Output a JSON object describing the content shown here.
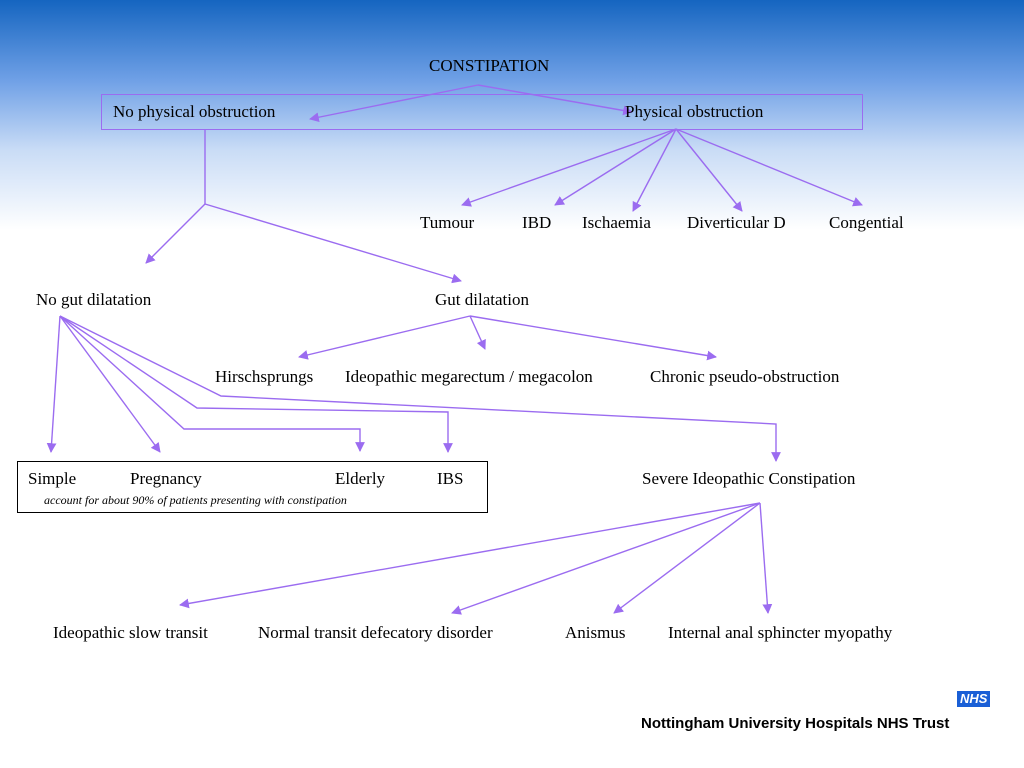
{
  "root": "CONSTIPATION",
  "level1": {
    "left": "No physical obstruction",
    "right": "Physical obstruction"
  },
  "physical_causes": [
    "Tumour",
    "IBD",
    "Ischaemia",
    "Diverticular D",
    "Congential"
  ],
  "dilatation": {
    "none": "No gut dilatation",
    "gut": "Gut dilatation"
  },
  "gut_dilatation_causes": [
    "Hirschsprungs",
    "Ideopathic megarectum / megacolon",
    "Chronic pseudo-obstruction"
  ],
  "no_dilatation_causes": [
    "Simple",
    "Pregnancy",
    "Elderly",
    "IBS"
  ],
  "note": "account for about 90% of patients presenting with constipation",
  "severe": "Severe Ideopathic Constipation",
  "severe_subtypes": [
    "Ideopathic slow transit",
    "Normal transit defecatory disorder",
    "Anismus",
    "Internal anal sphincter myopathy"
  ],
  "footer": {
    "logo": "NHS",
    "trust": "Nottingham University  Hospitals NHS Trust"
  },
  "colors": {
    "arrow": "#9b6cf0",
    "header_blue": "#1565c0",
    "logo_blue": "#1a5fd6"
  }
}
